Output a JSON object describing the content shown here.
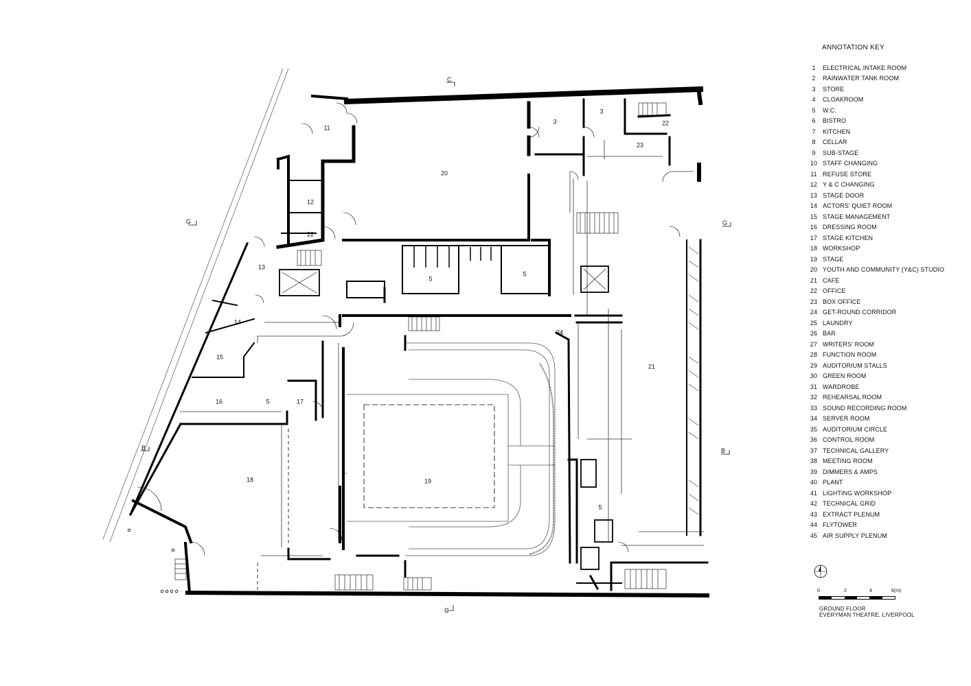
{
  "drawing": {
    "title_line1": "GROUND FLOOR",
    "title_line2": "EVERYMAN THEATRE, LIVERPOOL"
  },
  "key": {
    "title": "ANNOTATION KEY",
    "items": [
      {
        "num": "1",
        "label": "ELECTRICAL INTAKE ROOM"
      },
      {
        "num": "2",
        "label": "RAINWATER TANK ROOM"
      },
      {
        "num": "3",
        "label": "STORE"
      },
      {
        "num": "4",
        "label": "CLOAKROOM"
      },
      {
        "num": "5",
        "label": "W.C."
      },
      {
        "num": "6",
        "label": "BISTRO"
      },
      {
        "num": "7",
        "label": "KITCHEN"
      },
      {
        "num": "8",
        "label": "CELLAR"
      },
      {
        "num": "9",
        "label": "SUB-STAGE"
      },
      {
        "num": "10",
        "label": "STAFF CHANGING"
      },
      {
        "num": "11",
        "label": "REFUSE STORE"
      },
      {
        "num": "12",
        "label": "Y & C CHANGING"
      },
      {
        "num": "13",
        "label": "STAGE DOOR"
      },
      {
        "num": "14",
        "label": "ACTORS' QUIET ROOM"
      },
      {
        "num": "15",
        "label": "STAGE MANAGEMENT"
      },
      {
        "num": "16",
        "label": "DRESSING ROOM"
      },
      {
        "num": "17",
        "label": "STAGE KITCHEN"
      },
      {
        "num": "18",
        "label": "WORKSHOP"
      },
      {
        "num": "19",
        "label": "STAGE"
      },
      {
        "num": "20",
        "label": "YOUTH AND COMMUNITY (Y&C) STUDIO"
      },
      {
        "num": "21",
        "label": "CAFE"
      },
      {
        "num": "22",
        "label": "OFFICE"
      },
      {
        "num": "23",
        "label": "BOX OFFICE"
      },
      {
        "num": "24",
        "label": "GET-ROUND CORRIDOR"
      },
      {
        "num": "25",
        "label": "LAUNDRY"
      },
      {
        "num": "26",
        "label": "BAR"
      },
      {
        "num": "27",
        "label": "WRITERS' ROOM"
      },
      {
        "num": "28",
        "label": "FUNCTION ROOM"
      },
      {
        "num": "29",
        "label": "AUDITORIUM STALLS"
      },
      {
        "num": "30",
        "label": "GREEN ROOM"
      },
      {
        "num": "31",
        "label": "WARDROBE"
      },
      {
        "num": "32",
        "label": "REHEARSAL ROOM"
      },
      {
        "num": "33",
        "label": "SOUND RECORDING ROOM"
      },
      {
        "num": "34",
        "label": "SERVER ROOM"
      },
      {
        "num": "35",
        "label": "AUDITORIUM CIRCLE"
      },
      {
        "num": "36",
        "label": "CONTROL ROOM"
      },
      {
        "num": "37",
        "label": "TECHNICAL GALLERY"
      },
      {
        "num": "38",
        "label": "MEETING ROOM"
      },
      {
        "num": "39",
        "label": "DIMMERS & AMPS"
      },
      {
        "num": "40",
        "label": "PLANT"
      },
      {
        "num": "41",
        "label": "LIGHTING WORKSHOP"
      },
      {
        "num": "42",
        "label": "TECHNICAL GRID"
      },
      {
        "num": "43",
        "label": "EXTRACT PLENUM"
      },
      {
        "num": "44",
        "label": "FLYTOWER"
      },
      {
        "num": "45",
        "label": "AIR SUPPLY PLENUM"
      }
    ]
  },
  "plan": {
    "room_labels": {
      "r11": "11",
      "r20": "20",
      "r3a": "3",
      "r3b": "3",
      "r22a": "22",
      "r23": "23",
      "r12": "12",
      "r22b": "22",
      "r13": "13",
      "r5a": "5",
      "r5b": "5",
      "r14": "14",
      "r15": "15",
      "r16": "16",
      "r5c": "5",
      "r17": "17",
      "r24": "24",
      "r21": "21",
      "r18": "18",
      "r19": "19",
      "r5d": "5"
    },
    "section_marks": {
      "c_top": "C",
      "c_bottom": "C",
      "g_left": "G",
      "g_right": "G",
      "b_left": "B",
      "b_right": "B"
    }
  },
  "scale": {
    "ticks": [
      "0",
      "2",
      "4",
      "6(m)"
    ]
  },
  "north_symbol": "compass-north-icon"
}
